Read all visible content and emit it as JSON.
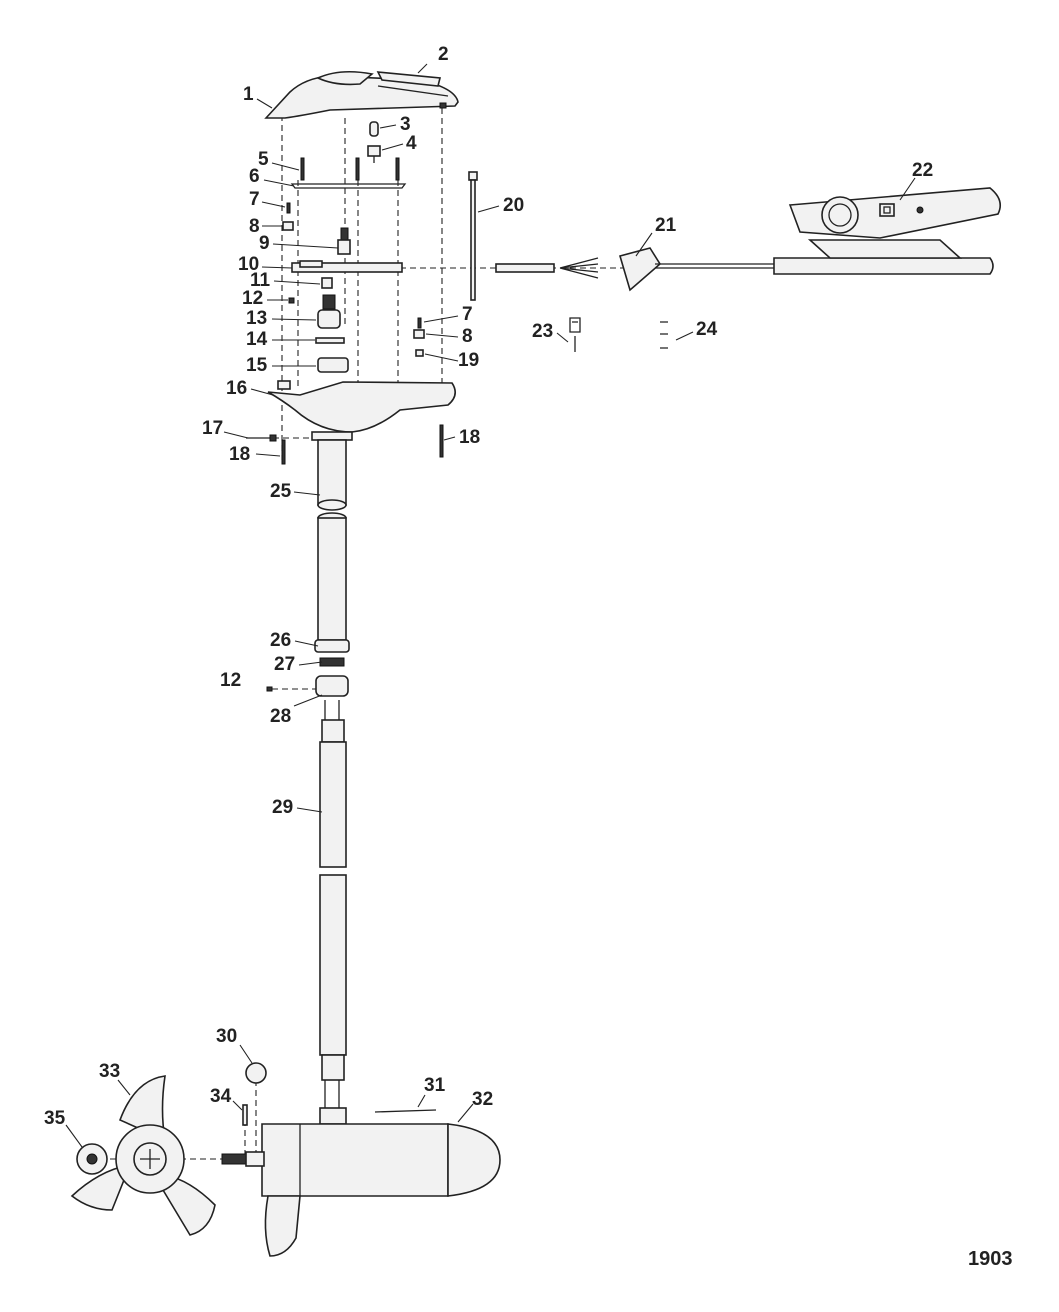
{
  "figure_number": "1903",
  "callouts": {
    "c1": "1",
    "c2": "2",
    "c3": "3",
    "c4": "4",
    "c5": "5",
    "c6": "6",
    "c7a": "7",
    "c8a": "8",
    "c9": "9",
    "c10": "10",
    "c11": "11",
    "c12a": "12",
    "c13": "13",
    "c14": "14",
    "c15": "15",
    "c16": "16",
    "c17": "17",
    "c18a": "18",
    "c18b": "18",
    "c7b": "7",
    "c8b": "8",
    "c19": "19",
    "c20": "20",
    "c21": "21",
    "c22": "22",
    "c23": "23",
    "c24": "24",
    "c25": "25",
    "c26": "26",
    "c27": "27",
    "c12b": "12",
    "c28": "28",
    "c29": "29",
    "c30": "30",
    "c31": "31",
    "c32": "32",
    "c33": "33",
    "c34": "34",
    "c35": "35"
  }
}
